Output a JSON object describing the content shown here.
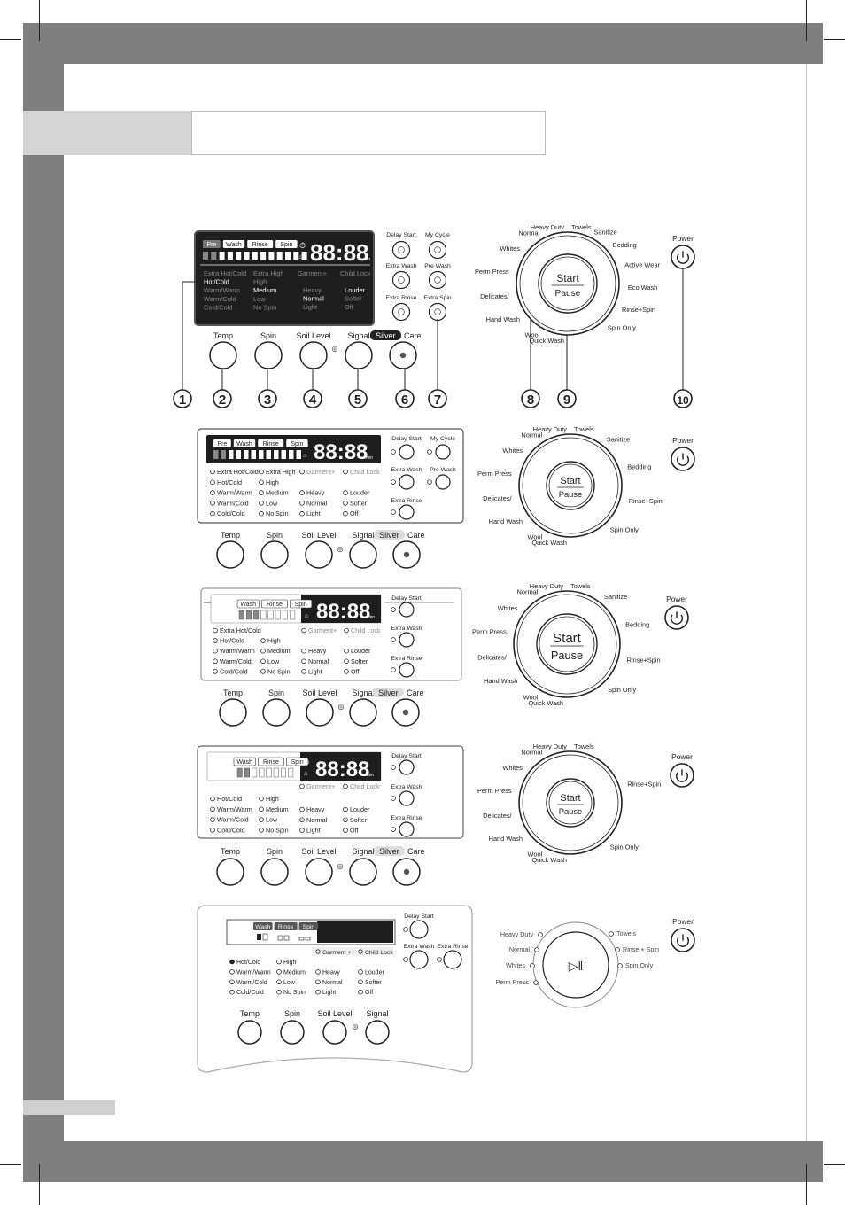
{
  "p1": {
    "stages": [
      "Pre",
      "Wash",
      "Rinse",
      "Spin"
    ],
    "digits": "88:88",
    "unit": "min",
    "temp": [
      "Extra Hot/Cold",
      "Hot/Cold",
      "Warm/Warm",
      "Warm/Cold",
      "Cold/Cold"
    ],
    "spin": [
      "Extra High",
      "High",
      "Medium",
      "Low",
      "No Spin"
    ],
    "soil_head": "Garment+",
    "soil": [
      "Heavy",
      "Normal",
      "Light"
    ],
    "lock_head": "Child Lock",
    "signal": [
      "Louder",
      "Softer",
      "Off"
    ],
    "opt": [
      "Delay Start",
      "My Cycle",
      "Extra Wash",
      "Pre Wash",
      "Extra Rinse",
      "Extra Spin"
    ],
    "btns": [
      "Temp",
      "Spin",
      "Soil Level",
      "Signal"
    ],
    "silver": "Silver",
    "care": "Care",
    "callouts": [
      "1",
      "2",
      "3",
      "4",
      "5",
      "6",
      "7",
      "8",
      "9",
      "10"
    ],
    "dial_left": [
      "Heavy Duty",
      "Normal",
      "Whites",
      "Perm Press",
      "Delicates/",
      "Hand Wash",
      "Wool",
      "Quick Wash"
    ],
    "dial_right": [
      "Towels",
      "Sanitize",
      "Bedding",
      "Active Wear",
      "Eco Wash",
      "Rinse+Spin",
      "Spin Only"
    ],
    "start": "Start",
    "pause": "Pause",
    "power": "Power"
  },
  "p2": {
    "stages": [
      "Pre",
      "Wash",
      "Rinse",
      "Spin"
    ],
    "digits": "88:88",
    "unit": "min",
    "temp": [
      "Extra Hot/Cold",
      "Hot/Cold",
      "Warm/Warm",
      "Warm/Cold",
      "Cold/Cold"
    ],
    "spin": [
      "Extra High",
      "High",
      "Medium",
      "Low",
      "No Spin"
    ],
    "soil_head": "Garment+",
    "soil": [
      "Heavy",
      "Normal",
      "Light"
    ],
    "lock_head": "Child Lock",
    "signal": [
      "Louder",
      "Softer",
      "Off"
    ],
    "opt": [
      "Delay Start",
      "My Cycle",
      "Extra Wash",
      "Pre Wash",
      "Extra Rinse"
    ],
    "btns": [
      "Temp",
      "Spin",
      "Soil Level",
      "Signal"
    ],
    "silver": "Silver",
    "care": "Care",
    "dial_left": [
      "Heavy Duty",
      "Normal",
      "Whites",
      "Perm Press",
      "Delicates/",
      "Hand Wash",
      "Wool",
      "Quick Wash"
    ],
    "dial_right": [
      "Towels",
      "Sanitize",
      "Bedding",
      "Rinse+Spin",
      "Spin Only"
    ],
    "start": "Start",
    "pause": "Pause",
    "power": "Power"
  },
  "p3": {
    "stages": [
      "Wash",
      "Rinse",
      "Spin"
    ],
    "digits": "88:88",
    "unit": "min",
    "temp": [
      "Extra Hot/Cold",
      "Hot/Cold",
      "Warm/Warm",
      "Warm/Cold",
      "Cold/Cold"
    ],
    "spin": [
      "High",
      "Medium",
      "Low",
      "No Spin"
    ],
    "soil_head": "Garment+",
    "soil": [
      "Heavy",
      "Normal",
      "Light"
    ],
    "lock_head": "Child Lock",
    "signal": [
      "Louder",
      "Softer",
      "Off"
    ],
    "opt": [
      "Delay Start",
      "Extra Wash",
      "Extra Rinse"
    ],
    "btns": [
      "Temp",
      "Spin",
      "Soil Level",
      "Signal"
    ],
    "silver": "Silver",
    "care": "Care",
    "dial_left": [
      "Heavy Duty",
      "Normal",
      "Whites",
      "Perm Press",
      "Delicates/",
      "Hand Wash",
      "Wool",
      "Quick Wash"
    ],
    "dial_right": [
      "Towels",
      "Sanitize",
      "Bedding",
      "Rinse+Spin",
      "Spin Only"
    ],
    "start": "Start",
    "pause": "Pause",
    "power": "Power"
  },
  "p4": {
    "stages": [
      "Wash",
      "Rinse",
      "Spin"
    ],
    "digits": "88:88",
    "unit": "min",
    "temp": [
      "Hot/Cold",
      "Warm/Warm",
      "Warm/Cold",
      "Cold/Cold"
    ],
    "spin": [
      "High",
      "Medium",
      "Low",
      "No Spin"
    ],
    "soil_head": "Garment+",
    "soil": [
      "Heavy",
      "Normal",
      "Light"
    ],
    "lock_head": "Child Lock",
    "signal": [
      "Louder",
      "Softer",
      "Off"
    ],
    "opt": [
      "Delay Start",
      "Extra Wash",
      "Extra Rinse"
    ],
    "btns": [
      "Temp",
      "Spin",
      "Soil Level",
      "Signal"
    ],
    "silver": "Silver",
    "care": "Care",
    "dial_left": [
      "Heavy Duty",
      "Normal",
      "Whites",
      "Perm Press",
      "Delicates/",
      "Hand Wash",
      "Wool",
      "Quick Wash"
    ],
    "dial_right": [
      "Towels",
      "Rinse+Spin",
      "Spin Only"
    ],
    "start": "Start",
    "pause": "Pause",
    "power": "Power"
  },
  "p5": {
    "stages": [
      "Wash",
      "Rinse",
      "Spin"
    ],
    "temp": [
      "Hot/Cold",
      "Warm/Warm",
      "Warm/Cold",
      "Cold/Cold"
    ],
    "spin": [
      "High",
      "Medium",
      "Low",
      "No Spin"
    ],
    "soil": [
      "Heavy",
      "Normal",
      "Light"
    ],
    "signal": [
      "Louder",
      "Softer",
      "Off"
    ],
    "garment": "Garment +",
    "child_lock": "Child Lock",
    "opt": [
      "Delay Start",
      "Extra Wash",
      "Extra Rinse"
    ],
    "btns": [
      "Temp",
      "Spin",
      "Soil Level",
      "Signal"
    ],
    "dial_left": [
      "Heavy Duty",
      "Normal",
      "Whites",
      "Perm Press"
    ],
    "dial_right": [
      "Towels",
      "Rinse + Spin",
      "Spin Only"
    ],
    "power": "Power"
  }
}
